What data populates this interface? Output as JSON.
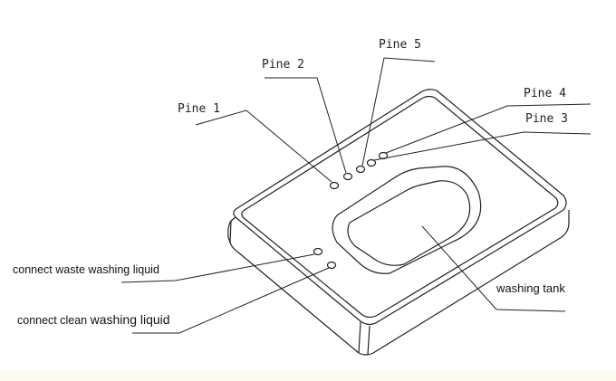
{
  "labels": {
    "pine1": "Pine 1",
    "pine2": "Pine 2",
    "pine3": "Pine 3",
    "pine4": "Pine 4",
    "pine5": "Pine 5",
    "waste": "connect waste washing liquid",
    "clean_prefix": "connect clean ",
    "clean_suffix": "washing liquid",
    "tank": "washing tank"
  }
}
